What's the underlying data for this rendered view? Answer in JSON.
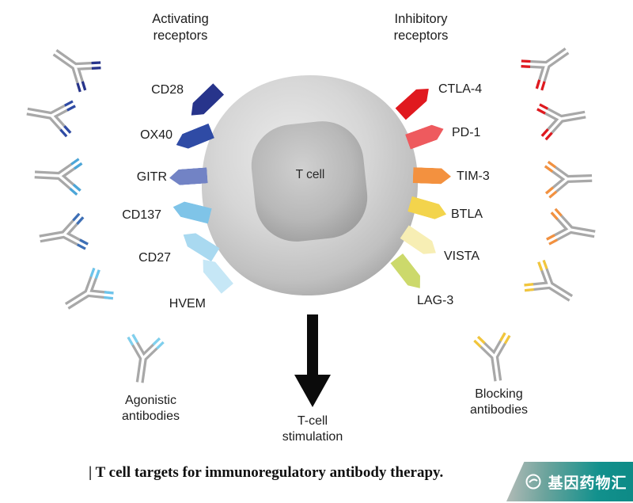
{
  "headers": {
    "activating": "Activating\nreceptors",
    "inhibitory": "Inhibitory\nreceptors"
  },
  "cell": {
    "label": "T cell"
  },
  "receptors": {
    "activating": [
      {
        "name": "CD28",
        "color": "#27348b"
      },
      {
        "name": "OX40",
        "color": "#2f4ba5"
      },
      {
        "name": "GITR",
        "color": "#7283c5"
      },
      {
        "name": "CD137",
        "color": "#7fc4e8"
      },
      {
        "name": "CD27",
        "color": "#a9d9f0"
      },
      {
        "name": "HVEM",
        "color": "#c6e7f6"
      }
    ],
    "inhibitory": [
      {
        "name": "CTLA-4",
        "color": "#e0191f"
      },
      {
        "name": "PD-1",
        "color": "#ee5a5e"
      },
      {
        "name": "TIM-3",
        "color": "#f3913f"
      },
      {
        "name": "BTLA",
        "color": "#f3d44c"
      },
      {
        "name": "VISTA",
        "color": "#f7eeb4"
      },
      {
        "name": "LAG-3",
        "color": "#ccd96b"
      }
    ]
  },
  "stimulation": {
    "label": "T-cell\nstimulation"
  },
  "antibody_groups": {
    "agonistic_label": "Agonistic\nantibodies",
    "blocking_label": "Blocking\nantibodies"
  },
  "antibodies": {
    "left": [
      {
        "tip_color": "#27348b"
      },
      {
        "tip_color": "#2f4ba5"
      },
      {
        "tip_color": "#4ba6d9"
      },
      {
        "tip_color": "#3d6fb6"
      },
      {
        "tip_color": "#6cc4ec"
      },
      {
        "tip_color": "#7fd0ee"
      }
    ],
    "right": [
      {
        "tip_color": "#e0191f"
      },
      {
        "tip_color": "#e0191f"
      },
      {
        "tip_color": "#f3913f"
      },
      {
        "tip_color": "#f3913f"
      },
      {
        "tip_color": "#f2c63b"
      },
      {
        "tip_color": "#f2c63b"
      }
    ]
  },
  "caption": "| T cell targets for immunoregulatory antibody therapy.",
  "watermark": {
    "text": "基因药物汇",
    "accent_color": "#12918d"
  },
  "icons": {
    "antibody": "y-shaped-antibody-icon",
    "stimulation_arrow": "down-arrow-icon",
    "watermark_logo": "circle-logo-icon"
  }
}
